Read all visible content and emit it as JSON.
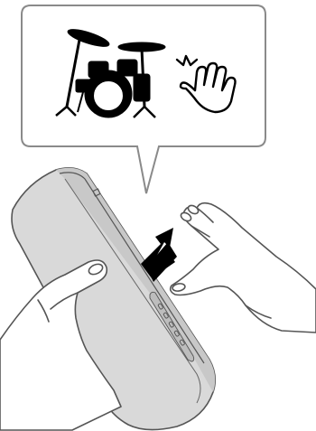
{
  "figure": {
    "callout_icons": [
      "drum-kit-icon",
      "hand-tap-icon"
    ],
    "scene": [
      "speaker",
      "holding-hand",
      "tapping-hand",
      "tap-motion-arrow"
    ],
    "colors": {
      "outline": "#555555",
      "speaker_fill": "#d9d9d9",
      "speaker_top": "#c8c8c8",
      "icon": "#000000",
      "hand": "#ffffff",
      "background": "#ffffff"
    }
  }
}
